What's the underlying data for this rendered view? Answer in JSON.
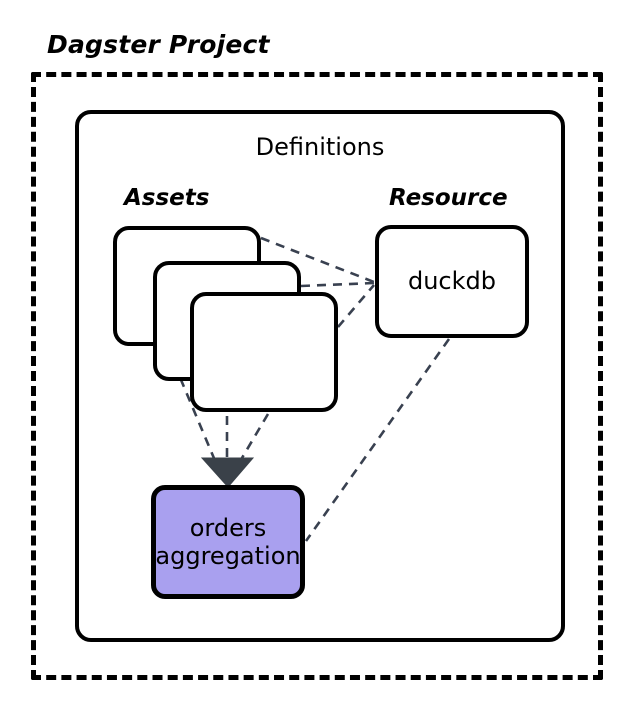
{
  "diagram": {
    "title": "Dagster Project",
    "container_label": "Definitions",
    "groups": {
      "assets_caption": "Assets",
      "resource_caption": "Resource"
    },
    "asset_stack": {
      "cards": [
        {
          "label": ""
        },
        {
          "label": ""
        },
        {
          "label": ""
        }
      ]
    },
    "resource_node": {
      "label": "duckdb"
    },
    "downstream_node": {
      "line1": "orders",
      "line2": "aggregation"
    },
    "colors": {
      "downstream_fill": "#A9A0EF",
      "stroke": "#000000",
      "edge": "#394150",
      "arrowhead": "#3A4149",
      "background": "#FFFFFF"
    },
    "edges": [
      {
        "from": "asset-card-1",
        "to": "duckdb",
        "style": "dashed"
      },
      {
        "from": "asset-card-2",
        "to": "duckdb",
        "style": "dashed"
      },
      {
        "from": "asset-card-3",
        "to": "duckdb",
        "style": "dashed"
      },
      {
        "from": "asset-card-1",
        "to": "orders-aggregation",
        "style": "dashed"
      },
      {
        "from": "asset-card-2",
        "to": "orders-aggregation",
        "style": "dashed"
      },
      {
        "from": "asset-card-3",
        "to": "orders-aggregation",
        "style": "dashed"
      },
      {
        "from": "duckdb",
        "to": "orders-aggregation",
        "style": "dashed"
      }
    ]
  }
}
